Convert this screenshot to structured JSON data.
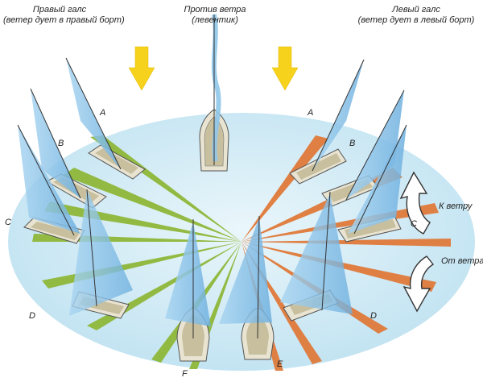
{
  "captions": {
    "starboard_tack_title": "Правый галс",
    "starboard_tack_sub": "(ветер дует в правый борт)",
    "head_to_wind_title": "Против ветра",
    "head_to_wind_sub": "(левентик)",
    "port_tack_title": "Левый галс",
    "port_tack_sub": "(ветер дует в левый борт)"
  },
  "side_labels": {
    "to_wind": "К ветру",
    "from_wind": "От ветра"
  },
  "position_labels": {
    "a_left": "A",
    "b_left": "B",
    "c_left": "C",
    "d_left": "D",
    "f": "F",
    "e": "E",
    "a_right": "A",
    "b_right": "B",
    "c_right": "C",
    "d_right": "D"
  },
  "icons": [
    "wind-arrow-icon",
    "curved-arrow-up-icon",
    "curved-arrow-down-icon"
  ],
  "colors": {
    "water": "#cfe9f4",
    "starboard_sector": "#8fb83a",
    "port_sector": "#e07a3a",
    "wind_arrow": "#f7d21c",
    "sail": "#8fc7ea",
    "hull": "#e9e4d2",
    "deck": "#c8bf9e"
  }
}
